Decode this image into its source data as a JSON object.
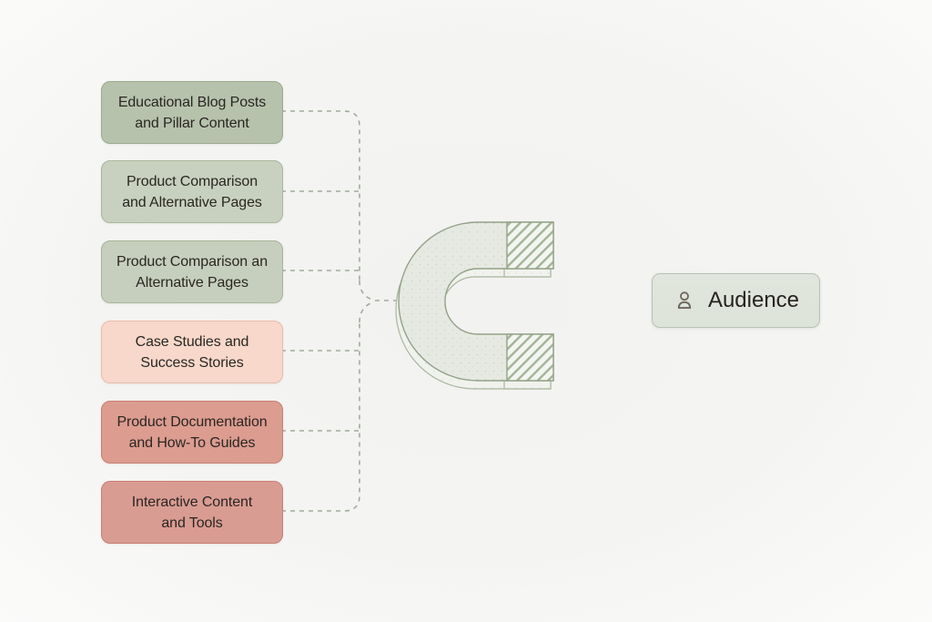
{
  "diagram": {
    "funnel_boxes": [
      {
        "line1": "Educational Blog Posts",
        "line2": "and Pillar Content",
        "fill": "#b7c2ad",
        "border": "#9cab8e"
      },
      {
        "line1": "Product Comparison",
        "line2": "and Alternative Pages",
        "fill": "#c8d1bf",
        "border": "#aab79b"
      },
      {
        "line1": "Product Comparison an",
        "line2": "Alternative Pages",
        "fill": "#c6cfbd",
        "border": "#a8b59a"
      },
      {
        "line1": "Case Studies and",
        "line2": "Success Stories",
        "fill": "#f7d8ca",
        "border": "#e9bcaa"
      },
      {
        "line1": "Product Documentation",
        "line2": "and How-To Guides",
        "fill": "#dc9c90",
        "border": "#c87f71"
      },
      {
        "line1": "Interactive Content",
        "line2": "and Tools",
        "fill": "#d99c92",
        "border": "#c68073"
      }
    ],
    "audience": {
      "label": "Audience",
      "icon": "person-icon"
    },
    "magnet": {
      "icon": "horseshoe-magnet-icon"
    },
    "colors": {
      "connector": "#9fac9c",
      "magnet_fill": "#e6e9e2",
      "magnet_underside": "#f0f2ed",
      "magnet_outline": "#93a288",
      "hatch_line": "#a3b399",
      "hatch_bg": "#f3f5f0",
      "text": "#2a2622",
      "background_center": "#f2f2f0",
      "background_edge": "#fbfbfa",
      "audience_fill": "#dfe4db",
      "audience_border": "#b7c2b1",
      "icon_stroke": "#6f685e"
    }
  }
}
